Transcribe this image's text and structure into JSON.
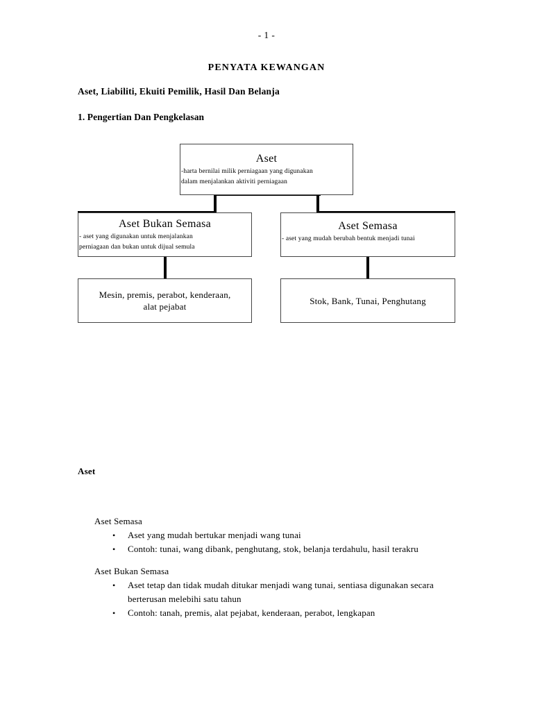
{
  "document": {
    "page_number": "- 1 -",
    "title": "PENYATA KEWANGAN",
    "subtitle": "Aset, Liabiliti, Ekuiti Pemilik, Hasil Dan Belanja",
    "section_heading": "1. Pengertian Dan Pengkelasan"
  },
  "diagram": {
    "root": {
      "title": "Aset",
      "description_line1": "-harta bernilai milik perniagaan yang digunakan",
      "description_line2": "dalam menjalankan aktiviti perniagaan"
    },
    "non_current": {
      "title": "Aset Bukan Semasa",
      "description_line1": "- aset yang digunakan untuk menjalankan",
      "description_line2": "perniagaan dan bukan untuk dijual semula",
      "examples_line1": "Mesin, premis, perabot, kenderaan,",
      "examples_line2": "alat pejabat"
    },
    "current": {
      "title": "Aset Semasa",
      "description_line1": "- aset yang mudah berubah bentuk menjadi tunai",
      "description_line2": "",
      "examples_line1": "Stok, Bank, Tunai, Penghutang",
      "examples_line2": ""
    }
  },
  "notes": {
    "heading": "Aset",
    "current": {
      "label": "Aset Semasa",
      "bullets": [
        "Aset yang mudah bertukar menjadi wang tunai",
        "Contoh: tunai, wang dibank, penghutang, stok, belanja terdahulu, hasil terakru"
      ]
    },
    "non_current": {
      "label": "Aset Bukan Semasa",
      "bullets": [
        "Aset tetap dan tidak mudah ditukar menjadi wang tunai, sentiasa digunakan secara berterusan melebihi satu tahun",
        "Contoh: tanah, premis, alat pejabat, kenderaan, perabot, lengkapan"
      ]
    }
  }
}
